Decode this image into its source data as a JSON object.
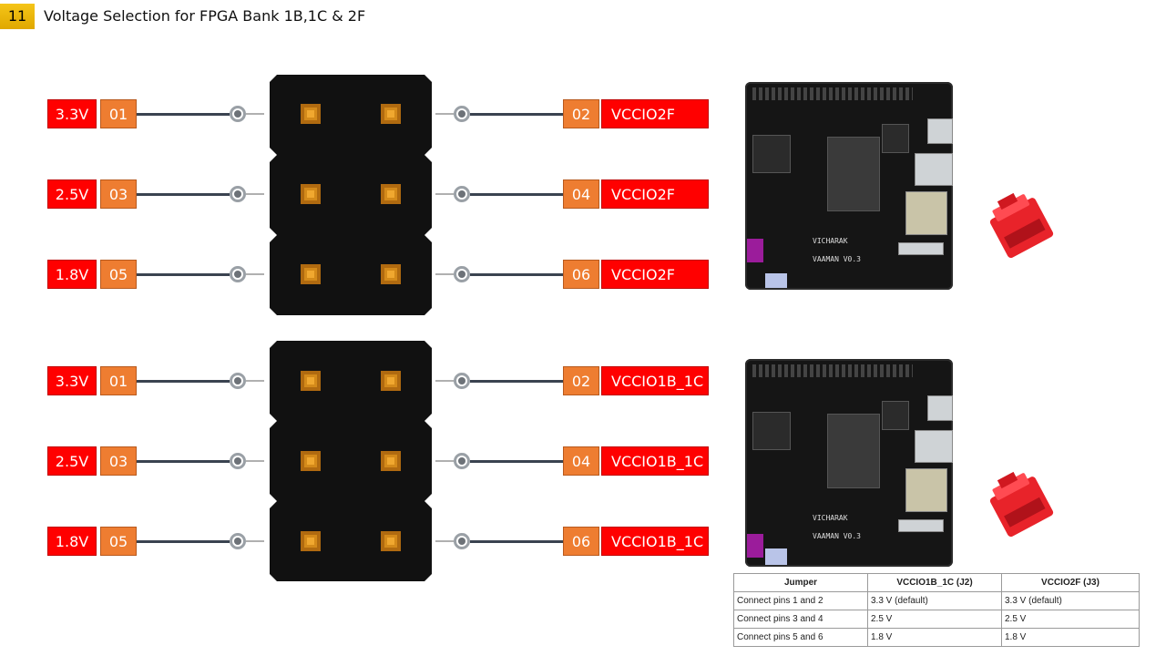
{
  "header": {
    "slide_number": "11",
    "title": "Voltage Selection for FPGA Bank 1B,1C & 2F"
  },
  "diagrams": [
    {
      "rows": [
        {
          "voltage": "3.3V",
          "pin_left": "01",
          "pin_right": "02",
          "net": "VCCIO2F"
        },
        {
          "voltage": "2.5V",
          "pin_left": "03",
          "pin_right": "04",
          "net": "VCCIO2F"
        },
        {
          "voltage": "1.8V",
          "pin_left": "05",
          "pin_right": "06",
          "net": "VCCIO2F"
        }
      ]
    },
    {
      "rows": [
        {
          "voltage": "3.3V",
          "pin_left": "01",
          "pin_right": "02",
          "net": "VCCIO1B_1C"
        },
        {
          "voltage": "2.5V",
          "pin_left": "03",
          "pin_right": "04",
          "net": "VCCIO1B_1C"
        },
        {
          "voltage": "1.8V",
          "pin_left": "05",
          "pin_right": "06",
          "net": "VCCIO1B_1C"
        }
      ]
    }
  ],
  "board_text": {
    "brand": "VICHARAK",
    "model": "VAAMAN V0.3"
  },
  "table": {
    "headers": [
      "Jumper",
      "VCCIO1B_1C (J2)",
      "VCCIO2F (J3)"
    ],
    "rows": [
      [
        "Connect pins 1 and 2",
        "3.3 V (default)",
        "3.3 V (default)"
      ],
      [
        "Connect pins 3 and 4",
        "2.5 V",
        "2.5 V"
      ],
      [
        "Connect pins 5 and 6",
        "1.8 V",
        "1.8 V"
      ]
    ]
  },
  "colors": {
    "voltage_bg": "#ff0000",
    "pin_bg": "#ee7d31",
    "header_body": "#111111",
    "pin_color": "#d48a1a",
    "jumper": "#e8232a"
  }
}
